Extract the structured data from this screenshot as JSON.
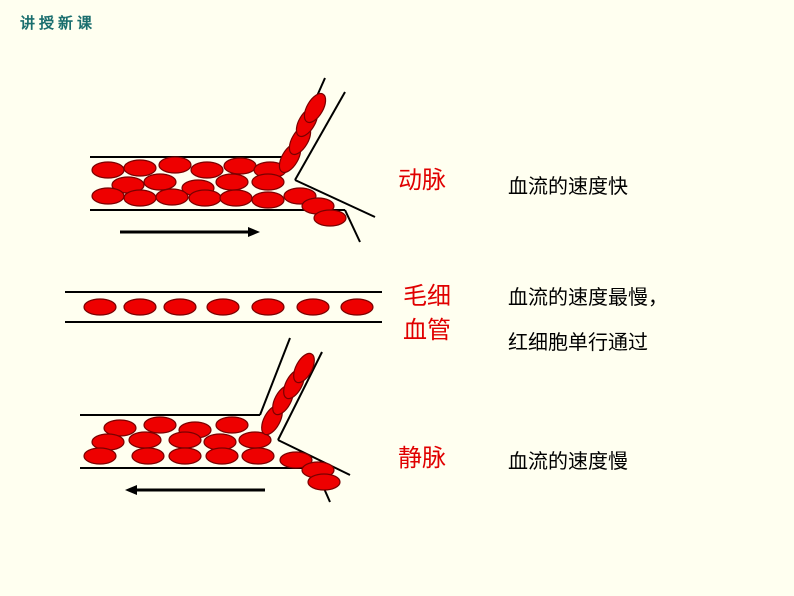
{
  "header": "讲授新课",
  "vessels": {
    "artery": {
      "name": "动脉",
      "description": "血流的速度快"
    },
    "capillary": {
      "name_line1": "毛细",
      "name_line2": "血管",
      "description_line1": "血流的速度最慢，",
      "description_line2": "红细胞单行通过"
    },
    "vein": {
      "name": "静脉",
      "description": "血流的速度慢"
    }
  },
  "colors": {
    "cell": "#ee0000",
    "cell_border": "#800000",
    "label": "#e00000",
    "header": "#1a6e6e"
  },
  "flow_direction": {
    "artery": "right",
    "vein": "left"
  }
}
